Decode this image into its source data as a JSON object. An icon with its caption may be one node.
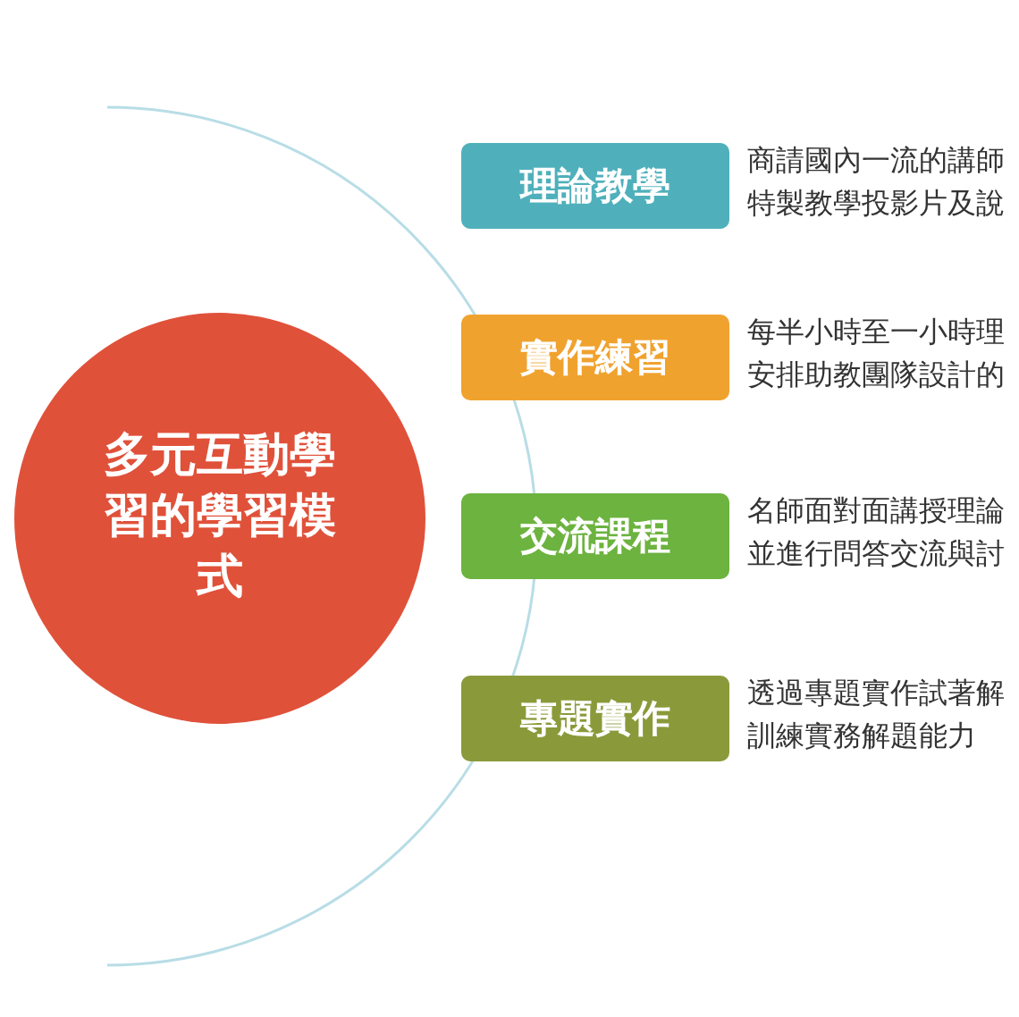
{
  "diagram": {
    "nodes": [
      {
        "text": [
          "多元互動學習的學習模式"
        ]
      },
      {
        "text": [
          "理論教學"
        ],
        "beside": [
          "商請國內一流的講師特製教學投影片及說"
        ]
      },
      {
        "text": [
          "實作練習"
        ],
        "beside": [
          "每半小時至一小時理安排助教團隊設計的"
        ]
      },
      {
        "text": [
          "交流課程"
        ],
        "beside": [
          "名師面對面講授理論並進行問答交流與討"
        ]
      },
      {
        "text": [
          "專題實作"
        ],
        "beside": [
          "透過專題實作試著解訓練實務解題能力"
        ]
      }
    ]
  }
}
